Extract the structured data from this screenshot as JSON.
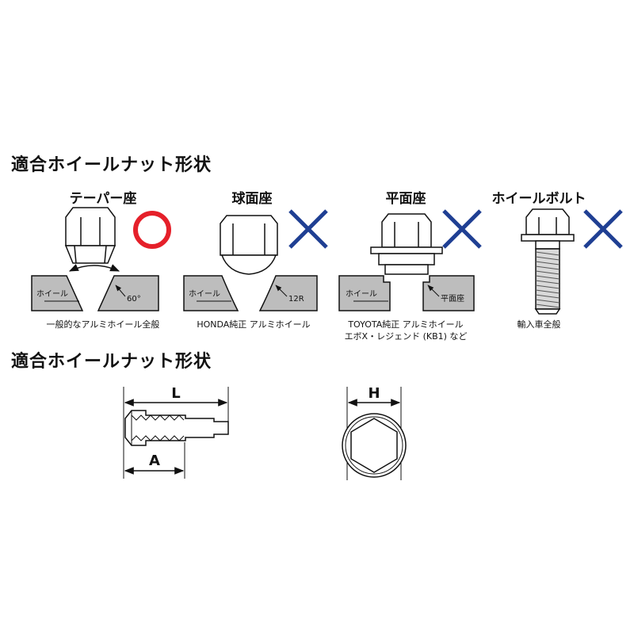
{
  "section1": {
    "title": "適合ホイールナット形状",
    "items": [
      {
        "label": "テーパー座",
        "caption_lines": [
          "一般的なアルミホイール全般"
        ],
        "wheel_label": "ホイール",
        "seat_label": "60°",
        "mark": "circle-mark-icon",
        "mark_color": "#e5202a"
      },
      {
        "label": "球面座",
        "caption_lines": [
          "HONDA純正 アルミホイール"
        ],
        "wheel_label": "ホイール",
        "seat_label": "12R",
        "mark": "cross-mark-icon",
        "mark_color": "#1f3f93"
      },
      {
        "label": "平面座",
        "caption_lines": [
          "TOYOTA純正 アルミホイール",
          "エボX・レジェンド (KB1) など"
        ],
        "wheel_label": "ホイール",
        "seat_label": "平面座",
        "mark": "cross-mark-icon",
        "mark_color": "#1f3f93"
      },
      {
        "label": "ホイールボルト",
        "caption_lines": [
          "輸入車全般"
        ],
        "mark": "cross-mark-icon",
        "mark_color": "#1f3f93"
      }
    ]
  },
  "section2": {
    "title": "適合ホイールナット形状",
    "dim_L": "L",
    "dim_A": "A",
    "dim_H": "H"
  },
  "colors": {
    "wheel_fill": "#bdbdbd",
    "line": "#111111"
  }
}
